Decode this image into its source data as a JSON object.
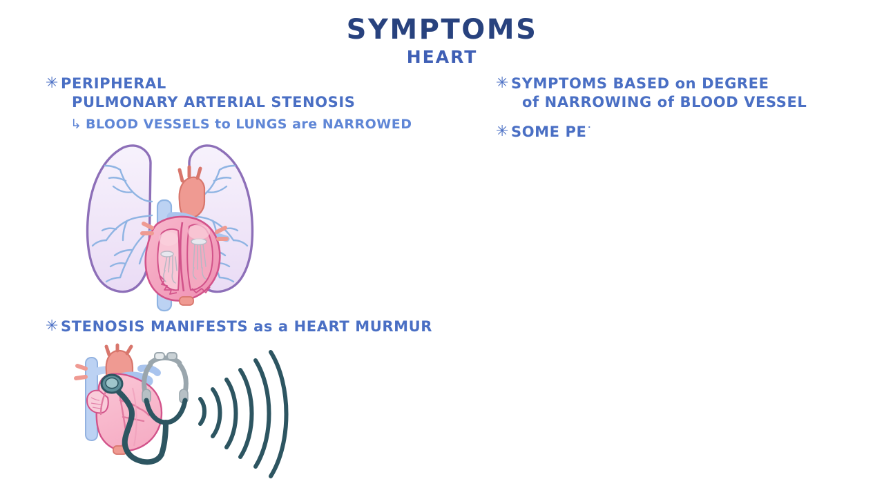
{
  "title": {
    "main": "SYMPTOMS",
    "sub": "HEART",
    "main_color": "#28427e",
    "sub_color": "#3f5fb5"
  },
  "colors": {
    "background": "#ffffff",
    "body_text": "#4a6fc4",
    "sub_text": "#5f86d6",
    "lung_outline": "#8d6fb8",
    "lung_fill": "#f3edfa",
    "bronchi": "#8fb4e3",
    "heart_pink": "#f4a9c0",
    "heart_outline": "#d2538a",
    "aorta_salmon": "#ef9a92",
    "vessel_blue": "#a9c4ee",
    "stethoscope_teal": "#2d5561",
    "stethoscope_grey": "#9aa6ad",
    "soundwave": "#2d5561"
  },
  "bullets": {
    "glyph": "✳",
    "sub_glyph": "↳"
  },
  "left_column": [
    {
      "name": "peripheral-pulmonary-arterial-stenosis",
      "lines": [
        "PERIPHERAL",
        "PULMONARY ARTERIAL STENOSIS"
      ],
      "sub": "BLOOD VESSELS to LUNGS are NARROWED"
    }
  ],
  "right_column": [
    {
      "name": "symptoms-based-on-degree",
      "lines": [
        "SYMPTOMS BASED on DEGREE",
        "of NARROWING of BLOOD VESSEL"
      ],
      "sub": null
    },
    {
      "name": "some-people-partial",
      "lines": [
        "SOME PE"
      ],
      "partial_glyph": "˙",
      "sub": null
    }
  ],
  "lower_left": {
    "name": "stenosis-manifests-heart-murmur",
    "text": "STENOSIS MANIFESTS as a HEART MURMUR"
  },
  "figures": {
    "lungs": {
      "label": "lungs-with-heart-cross-section",
      "description": "Pair of lungs in purple outline with lavender fill, blue bronchial tree branching inside, and a cross-sectioned heart centered between them"
    },
    "stethoscope": {
      "label": "heart-with-stethoscope-and-soundwaves",
      "description": "Anatomical heart with a teal stethoscope chestpiece, and six concentric teal sound-wave arcs radiating to the right",
      "soundwave_count": 6
    }
  }
}
